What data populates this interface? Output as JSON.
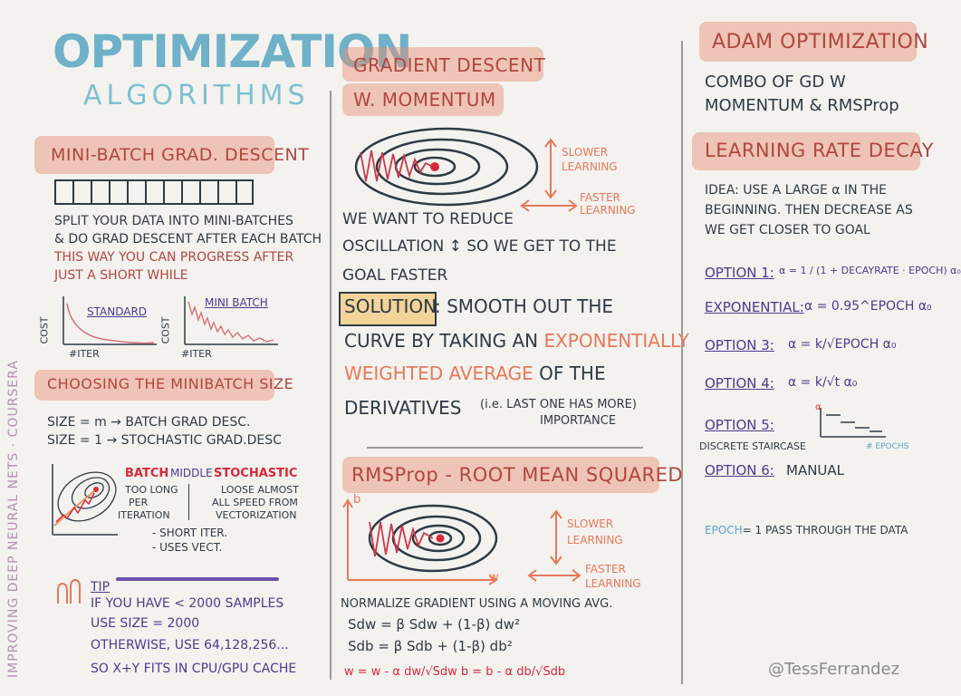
{
  "title": {
    "main": "OPTIMIZATION",
    "sub": "ALGORITHMS"
  },
  "side_text": "IMPROVING DEEP NEURAL NETS · COURSERA",
  "signature": "@TessFerrandez",
  "minibatch": {
    "heading": "MINI-BATCH GRAD. DESCENT",
    "lines": [
      "SPLIT YOUR DATA INTO MINI-BATCHES",
      "& DO GRAD DESCENT AFTER EACH BATCH"
    ],
    "red_lines": [
      "THIS WAY YOU CAN PROGRESS AFTER",
      "JUST A SHORT WHILE"
    ],
    "plot1": {
      "label": "STANDARD",
      "ylabel": "COST",
      "xlabel": "#ITER"
    },
    "plot2": {
      "label": "MINI BATCH",
      "ylabel": "COST",
      "xlabel": "#ITER"
    }
  },
  "choosing": {
    "heading": "CHOOSING THE MINIBATCH SIZE",
    "line1": "SIZE = m → BATCH GRAD DESC.",
    "line2": "SIZE = 1 → STOCHASTIC GRAD.DESC",
    "batch": "BATCH",
    "middle": "MIDDLE",
    "stochastic": "STOCHASTIC",
    "batch_note": [
      "TOO LONG",
      "PER",
      "ITERATION"
    ],
    "stoch_note": [
      "LOOSE ALMOST",
      "ALL SPEED FROM",
      "VECTORIZATION"
    ],
    "middle_notes": [
      "- SHORT ITER.",
      "- USES VECT."
    ]
  },
  "tip": {
    "label": "TIP",
    "lines": [
      "IF YOU HAVE < 2000 SAMPLES",
      "USE SIZE = 2000",
      "OTHERWISE, USE 64,128,256...",
      "SO X+Y FITS IN CPU/GPU CACHE"
    ]
  },
  "momentum": {
    "heading1": "GRADIENT DESCENT",
    "heading2": "W. MOMENTUM",
    "slower": [
      "SLOWER",
      "LEARNING"
    ],
    "faster": [
      "FASTER",
      "LEARNING"
    ],
    "lines": [
      "WE WANT TO REDUCE",
      "OSCILLATION ↕ SO WE GET TO THE",
      "GOAL FASTER"
    ],
    "solution": "SOLUTION",
    "sol_text": ": SMOOTH OUT THE",
    "sol_line2a": "CURVE BY TAKING AN ",
    "sol_line2b": "EXPONENTIALLY",
    "sol_line3a": "WEIGHTED AVERAGE",
    "sol_line3b": " OF THE",
    "sol_line4": "DERIVATIVES",
    "sol_note": [
      "(i.e. LAST ONE HAS MORE)",
      "IMPORTANCE"
    ]
  },
  "rmsprop": {
    "heading": "RMSProp - ROOT MEAN SQUARED",
    "axis_b": "b",
    "axis_w": "w",
    "slower": [
      "SLOWER",
      "LEARNING"
    ],
    "faster": [
      "FASTER",
      "LEARNING"
    ],
    "normalize": "NORMALIZE GRADIENT USING A MOVING AVG.",
    "eq1": "Sdw = β Sdw + (1-β) dw²",
    "eq2": "Sdb = β Sdb + (1-β) db²",
    "eq3": "w = w - α dw/√Sdw    b = b - α db/√Sdb"
  },
  "adam": {
    "heading": "ADAM OPTIMIZATION",
    "lines": [
      "COMBO OF GD W",
      "MOMENTUM & RMSProp"
    ]
  },
  "decay": {
    "heading": "LEARNING RATE DECAY",
    "idea": [
      "IDEA: USE A LARGE α IN THE",
      "BEGINNING. THEN DECREASE AS",
      "WE GET CLOSER TO GOAL"
    ],
    "options": [
      {
        "label": "OPTION 1:",
        "formula": "α = 1 / (1 + DECAYRATE · EPOCH) α₀"
      },
      {
        "label": "EXPONENTIAL:",
        "formula": "α = 0.95^EPOCH α₀"
      },
      {
        "label": "OPTION 3:",
        "formula": "α = k/√EPOCH α₀"
      },
      {
        "label": "OPTION 4:",
        "formula": "α = k/√t α₀"
      },
      {
        "label": "OPTION 5:",
        "formula": "DISCRETE STAIRCASE"
      },
      {
        "label": "OPTION 6:",
        "formula": "MANUAL"
      }
    ],
    "staircase_x": "# EPOCHS",
    "staircase_y": "α",
    "epoch_def_a": "EPOCH",
    "epoch_def_b": "= 1 PASS THROUGH THE DATA"
  },
  "colors": {
    "title": "#6fb1c8",
    "heading": "#b2463f",
    "highlight": "#e88c70",
    "purple": "#4b3b8f",
    "orange": "#e8785a",
    "red_dot": "#d8283a"
  }
}
